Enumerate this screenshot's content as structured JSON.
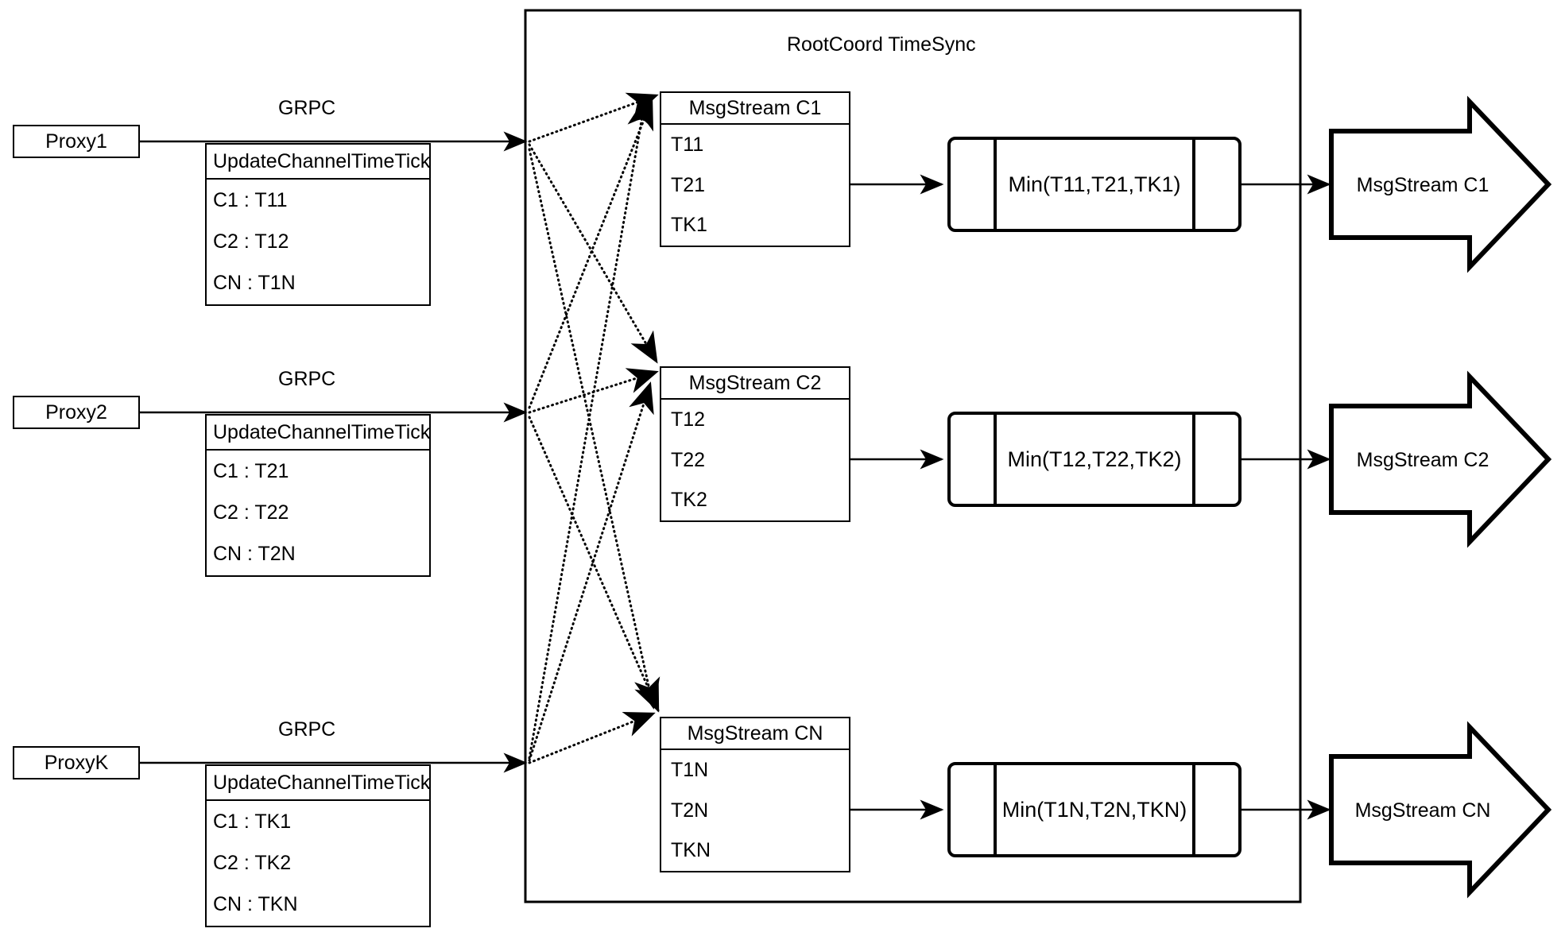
{
  "diagram": {
    "container_title": "RootCoord TimeSync",
    "link_label": "GRPC"
  },
  "proxies": [
    {
      "name": "Proxy1",
      "link_label": "GRPC",
      "rpc_title": "UpdateChannelTimeTick",
      "rows": [
        "C1 :  T11",
        "C2 :  T12",
        "CN : T1N"
      ]
    },
    {
      "name": "Proxy2",
      "link_label": "GRPC",
      "rpc_title": "UpdateChannelTimeTick",
      "rows": [
        "C1 :  T21",
        "C2 :  T22",
        "CN : T2N"
      ]
    },
    {
      "name": "ProxyK",
      "link_label": "GRPC",
      "rpc_title": "UpdateChannelTimeTick",
      "rows": [
        "C1 :  TK1",
        "C2 :  TK2",
        "CN : TKN"
      ]
    }
  ],
  "channels": [
    {
      "msgstream_title": "MsgStream C1",
      "ticks": [
        "T11",
        "T21",
        "TK1"
      ],
      "min_label": "Min(T11,T21,TK1)",
      "output_label": "MsgStream C1"
    },
    {
      "msgstream_title": "MsgStream C2",
      "ticks": [
        "T12",
        "T22",
        "TK2"
      ],
      "min_label": "Min(T12,T22,TK2)",
      "output_label": "MsgStream C2"
    },
    {
      "msgstream_title": "MsgStream CN",
      "ticks": [
        "T1N",
        "T2N",
        "TKN"
      ],
      "min_label": "Min(T1N,T2N,TKN)",
      "output_label": "MsgStream CN"
    }
  ],
  "colors": {
    "stroke": "#000000",
    "background": "#ffffff"
  }
}
